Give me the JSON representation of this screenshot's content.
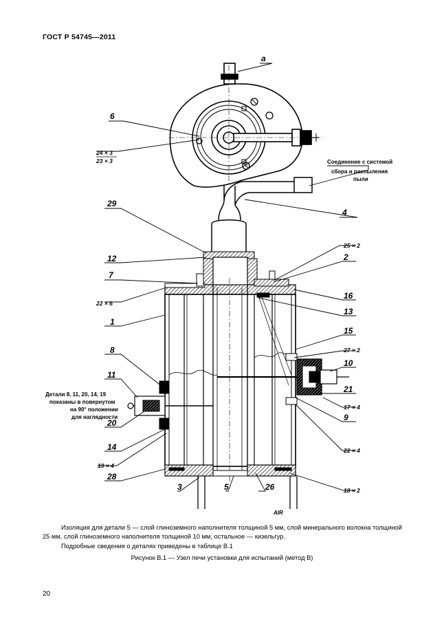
{
  "header": {
    "doc_code": "ГОСТ Р 54745—2011"
  },
  "drawing": {
    "callouts": {
      "a": "а",
      "c6": "6",
      "c29": "29",
      "c12": "12",
      "c7": "7",
      "c1": "1",
      "c8": "8",
      "c11": "11",
      "c20": "20",
      "c14": "14",
      "c28": "28",
      "c3": "3",
      "c5": "5",
      "c26": "26",
      "c4": "4",
      "c2": "2",
      "c16": "16",
      "c13": "13",
      "c15": "15",
      "c10": "10",
      "c21": "21",
      "c9": "9"
    },
    "dims": {
      "d24x3": "24 × 3",
      "d23x3": "23 × 3",
      "d25x2": "25 × 2",
      "d22x6": "22 × 6",
      "d27x2": "27 × 2",
      "d17x4": "17 × 4",
      "d22x4": "22 × 4",
      "d19x4": "19 × 4",
      "d18x2": "18 × 2"
    },
    "notes": {
      "conn1": "Соединение с системой",
      "conn2": "сбора и распыления",
      "conn3": "пыли",
      "det1": "Детали 8, 11, 20, 14, 19",
      "det2": "показаны в повернутом",
      "det3": "на 90° положении",
      "det4": "для наглядности",
      "air": "AIR"
    }
  },
  "text": {
    "para1": "Изоляция для детали 5 — слой глиноземного наполнителя толщиной 5 мм, слой минерального волокна толщиной 25 мм, слой глиноземного наполнителя толщиной 10 мм, остальное — кизельгур.",
    "para2": "Подробные сведения о деталях приведены в таблице В.1",
    "caption": "Рисунок В.1 — Узел печи установки для испытаний (метод В)",
    "page_number": "20"
  }
}
